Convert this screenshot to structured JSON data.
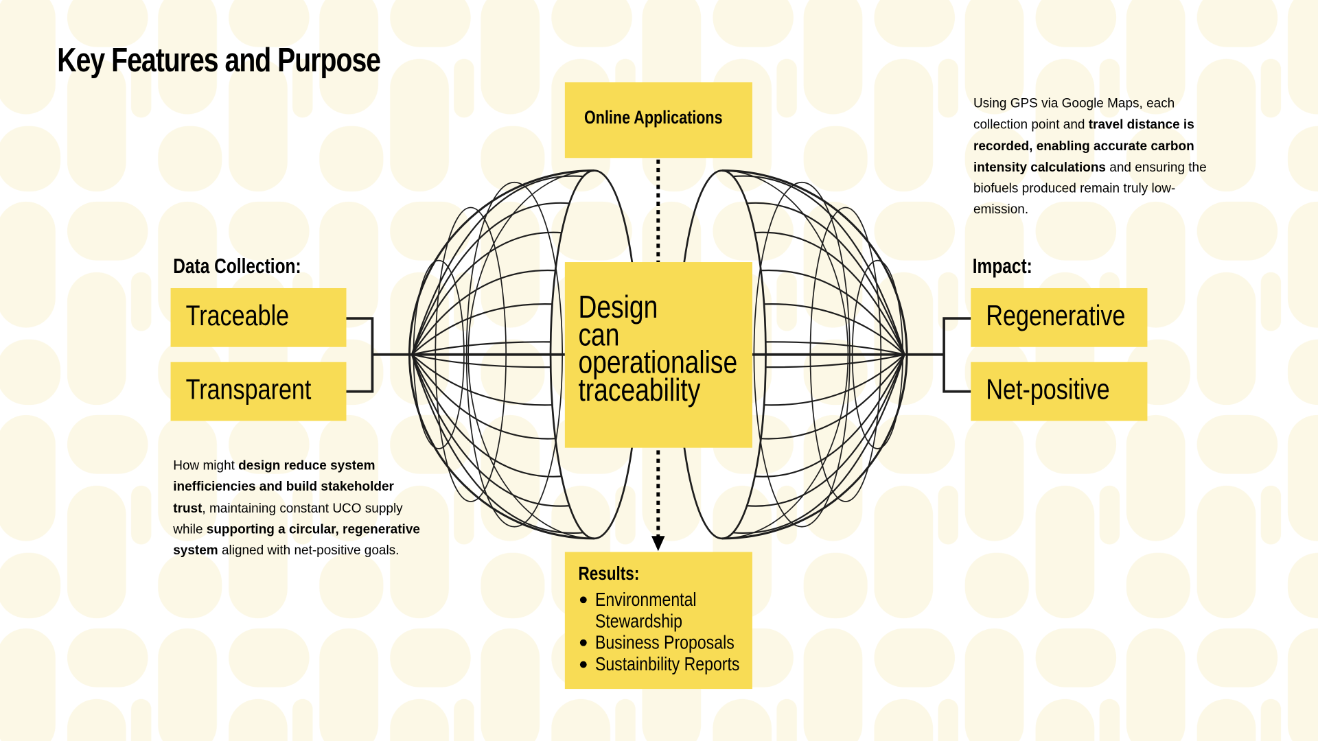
{
  "title": "Key Features and Purpose",
  "colors": {
    "accent_yellow": "#f8dc55",
    "pattern_cream": "#fcf8e6",
    "ink": "#1e1e1e"
  },
  "top_box": {
    "label": "Online Applications"
  },
  "center_box": {
    "lines": [
      "Design",
      "can",
      "operationalise",
      "traceability"
    ]
  },
  "data_collection": {
    "heading": "Data Collection:",
    "items": [
      "Traceable",
      "Transparent"
    ]
  },
  "impact": {
    "heading": "Impact:",
    "items": [
      "Regenerative",
      "Net-positive"
    ]
  },
  "results": {
    "heading": "Results:",
    "items": [
      "Environmental",
      "Stewardship",
      "Business Proposals",
      "Sustainbility Reports"
    ]
  },
  "left_paragraph": [
    {
      "text": "How might "
    },
    {
      "text": "design reduce system inefficiencies and build stakeholder trust",
      "bold": true
    },
    {
      "text": ", maintaining constant UCO supply while "
    },
    {
      "text": "supporting a circular, regenerative system",
      "bold": true
    },
    {
      "text": " aligned with net-positive goals."
    }
  ],
  "right_paragraph": [
    {
      "text": "Using GPS via Google Maps, each collection point and "
    },
    {
      "text": "travel distance is recorded, enabling accurate carbon intensity calculations",
      "bold": true
    },
    {
      "text": " and ensuring the biofuels produced remain truly low-emission."
    }
  ]
}
